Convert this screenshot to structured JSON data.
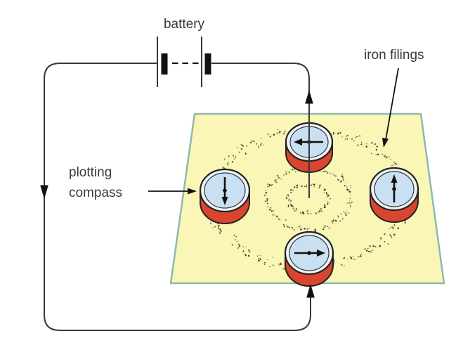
{
  "diagram": {
    "labels": {
      "battery": "battery",
      "iron_filings": "iron filings",
      "plotting_compass_line1": "plotting",
      "plotting_compass_line2": "compass"
    },
    "compasses": [
      {
        "id": "top",
        "needle_direction": "left"
      },
      {
        "id": "left",
        "needle_direction": "down"
      },
      {
        "id": "right",
        "needle_direction": "up"
      },
      {
        "id": "bottom",
        "needle_direction": "right"
      }
    ],
    "iron_filing_rings": 3,
    "current_arrows": [
      {
        "location": "left-wire",
        "direction": "down"
      },
      {
        "location": "wire-above-card",
        "direction": "up"
      },
      {
        "location": "wire-below-card",
        "direction": "up"
      }
    ],
    "colors": {
      "card_fill": "#f9f6b6",
      "card_border": "#90b8ae",
      "compass_body": "#d9452e",
      "compass_face": "#c9e0f2",
      "compass_rim": "#edf2f6",
      "outline": "#222222",
      "wire": "#3a3a3a",
      "ink": "#111111",
      "filings": "#2b2519",
      "label_text": "#3a3a3a"
    }
  }
}
